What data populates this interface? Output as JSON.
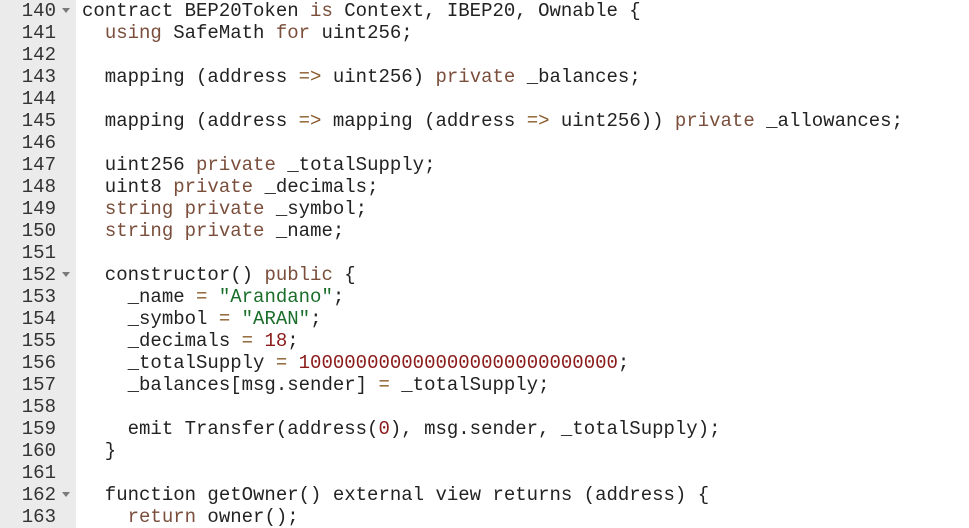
{
  "colors": {
    "gutter_background": "#ebebeb",
    "keyword": "#7a4e3b",
    "operator": "#8a5a2a",
    "string": "#1b6e2a",
    "number": "#8b1a1a",
    "plain": "#222222"
  },
  "icons": {
    "fold": "chevron-down-icon"
  },
  "lines": [
    {
      "n": "140",
      "fold": true,
      "tokens": [
        {
          "t": "contract BEP20Token ",
          "k": "pl"
        },
        {
          "t": "is",
          "k": "kw"
        },
        {
          "t": " Context, IBEP20, Ownable {",
          "k": "pl"
        }
      ]
    },
    {
      "n": "141",
      "tokens": [
        {
          "t": "  ",
          "k": "pl"
        },
        {
          "t": "using",
          "k": "kw"
        },
        {
          "t": " SafeMath ",
          "k": "pl"
        },
        {
          "t": "for",
          "k": "kw"
        },
        {
          "t": " uint256;",
          "k": "pl"
        }
      ]
    },
    {
      "n": "142",
      "tokens": []
    },
    {
      "n": "143",
      "tokens": [
        {
          "t": "  mapping (address ",
          "k": "pl"
        },
        {
          "t": "=>",
          "k": "op"
        },
        {
          "t": " uint256) ",
          "k": "pl"
        },
        {
          "t": "private",
          "k": "kw"
        },
        {
          "t": " _balances;",
          "k": "pl"
        }
      ]
    },
    {
      "n": "144",
      "tokens": []
    },
    {
      "n": "145",
      "tokens": [
        {
          "t": "  mapping (address ",
          "k": "pl"
        },
        {
          "t": "=>",
          "k": "op"
        },
        {
          "t": " mapping (address ",
          "k": "pl"
        },
        {
          "t": "=>",
          "k": "op"
        },
        {
          "t": " uint256)) ",
          "k": "pl"
        },
        {
          "t": "private",
          "k": "kw"
        },
        {
          "t": " _allowances;",
          "k": "pl"
        }
      ]
    },
    {
      "n": "146",
      "tokens": []
    },
    {
      "n": "147",
      "tokens": [
        {
          "t": "  uint256 ",
          "k": "pl"
        },
        {
          "t": "private",
          "k": "kw"
        },
        {
          "t": " _totalSupply;",
          "k": "pl"
        }
      ]
    },
    {
      "n": "148",
      "tokens": [
        {
          "t": "  uint8 ",
          "k": "pl"
        },
        {
          "t": "private",
          "k": "kw"
        },
        {
          "t": " _decimals;",
          "k": "pl"
        }
      ]
    },
    {
      "n": "149",
      "tokens": [
        {
          "t": "  ",
          "k": "pl"
        },
        {
          "t": "string",
          "k": "kw"
        },
        {
          "t": " ",
          "k": "pl"
        },
        {
          "t": "private",
          "k": "kw"
        },
        {
          "t": " _symbol;",
          "k": "pl"
        }
      ]
    },
    {
      "n": "150",
      "tokens": [
        {
          "t": "  ",
          "k": "pl"
        },
        {
          "t": "string",
          "k": "kw"
        },
        {
          "t": " ",
          "k": "pl"
        },
        {
          "t": "private",
          "k": "kw"
        },
        {
          "t": " _name;",
          "k": "pl"
        }
      ]
    },
    {
      "n": "151",
      "tokens": []
    },
    {
      "n": "152",
      "fold": true,
      "tokens": [
        {
          "t": "  constructor() ",
          "k": "pl"
        },
        {
          "t": "public",
          "k": "kw"
        },
        {
          "t": " {",
          "k": "pl"
        }
      ]
    },
    {
      "n": "153",
      "tokens": [
        {
          "t": "    _name ",
          "k": "pl"
        },
        {
          "t": "=",
          "k": "op"
        },
        {
          "t": " ",
          "k": "pl"
        },
        {
          "t": "\"Arandano\"",
          "k": "str"
        },
        {
          "t": ";",
          "k": "pl"
        }
      ]
    },
    {
      "n": "154",
      "tokens": [
        {
          "t": "    _symbol ",
          "k": "pl"
        },
        {
          "t": "=",
          "k": "op"
        },
        {
          "t": " ",
          "k": "pl"
        },
        {
          "t": "\"ARAN\"",
          "k": "str"
        },
        {
          "t": ";",
          "k": "pl"
        }
      ]
    },
    {
      "n": "155",
      "tokens": [
        {
          "t": "    _decimals ",
          "k": "pl"
        },
        {
          "t": "=",
          "k": "op"
        },
        {
          "t": " ",
          "k": "pl"
        },
        {
          "t": "18",
          "k": "num"
        },
        {
          "t": ";",
          "k": "pl"
        }
      ]
    },
    {
      "n": "156",
      "tokens": [
        {
          "t": "    _totalSupply ",
          "k": "pl"
        },
        {
          "t": "=",
          "k": "op"
        },
        {
          "t": " ",
          "k": "pl"
        },
        {
          "t": "1000000000000000000000000000",
          "k": "num"
        },
        {
          "t": ";",
          "k": "pl"
        }
      ]
    },
    {
      "n": "157",
      "tokens": [
        {
          "t": "    _balances[msg.sender] ",
          "k": "pl"
        },
        {
          "t": "=",
          "k": "op"
        },
        {
          "t": " _totalSupply;",
          "k": "pl"
        }
      ]
    },
    {
      "n": "158",
      "tokens": []
    },
    {
      "n": "159",
      "tokens": [
        {
          "t": "    emit Transfer(address(",
          "k": "pl"
        },
        {
          "t": "0",
          "k": "num"
        },
        {
          "t": "), msg.sender, _totalSupply);",
          "k": "pl"
        }
      ]
    },
    {
      "n": "160",
      "tokens": [
        {
          "t": "  }",
          "k": "pl"
        }
      ]
    },
    {
      "n": "161",
      "tokens": []
    },
    {
      "n": "162",
      "fold": true,
      "tokens": [
        {
          "t": "  function getOwner() external view returns (address) {",
          "k": "pl"
        }
      ]
    },
    {
      "n": "163",
      "tokens": [
        {
          "t": "    ",
          "k": "pl"
        },
        {
          "t": "return",
          "k": "kw"
        },
        {
          "t": " owner();",
          "k": "pl"
        }
      ]
    }
  ]
}
